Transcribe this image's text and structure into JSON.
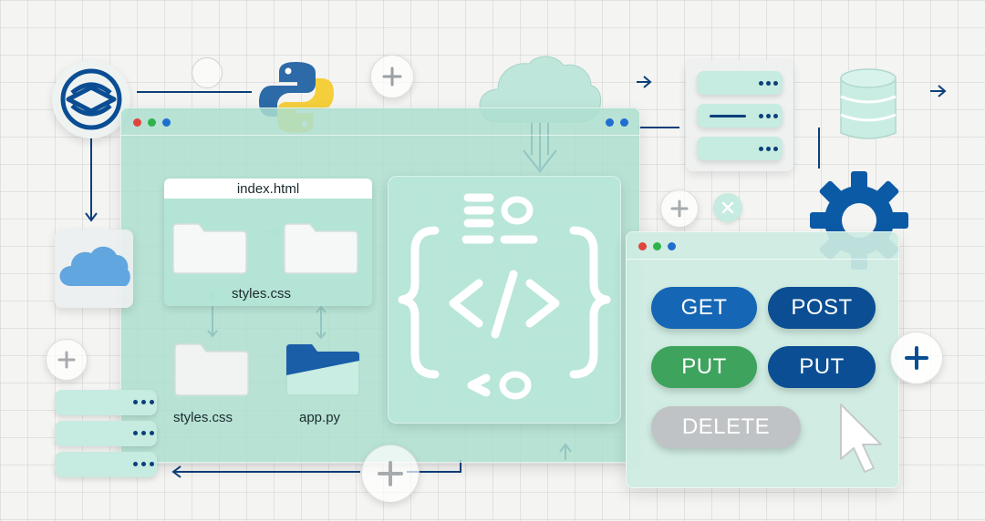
{
  "code_window": {
    "file_panel_title": "index.html",
    "folders": [
      {
        "label": "styles.css"
      },
      {
        "label": "styles.css"
      },
      {
        "label": "app.py"
      }
    ]
  },
  "api_window": {
    "methods": [
      {
        "label": "GET",
        "color": "#1566b5"
      },
      {
        "label": "POST",
        "color": "#0c4e93"
      },
      {
        "label": "PUT",
        "color": "#3da35d"
      },
      {
        "label": "PUT",
        "color": "#0c4e93"
      },
      {
        "label": "DELETE",
        "color": "#bfc3c5"
      }
    ]
  },
  "colors": {
    "window_fill": "#abdecf",
    "accent_blue": "#0b4d93",
    "dot_red": "#e0443a",
    "dot_green": "#2fb34a",
    "dot_blue": "#1f6fd1"
  },
  "icons": [
    "layers-logo-icon",
    "python-logo-icon",
    "cloud-icon",
    "server-icon",
    "database-icon",
    "gear-icon",
    "cursor-icon",
    "plus-icon",
    "code-brackets-icon",
    "folder-icon"
  ]
}
